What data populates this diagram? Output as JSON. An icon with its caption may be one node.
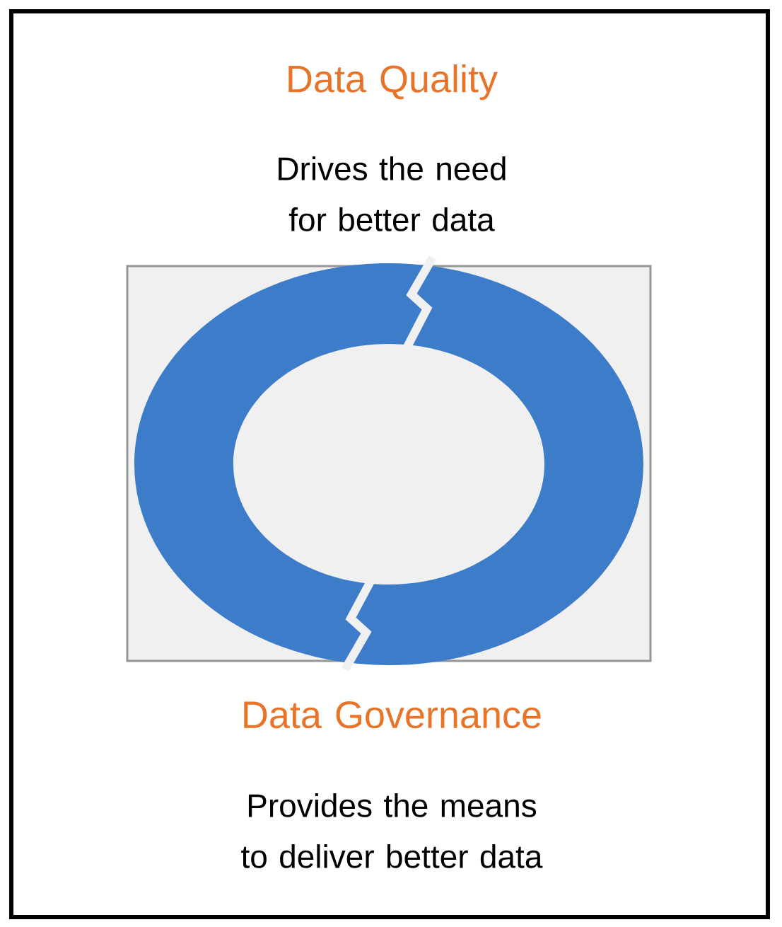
{
  "diagram": {
    "labels": [
      "Data Quality",
      "Drives the need for better data",
      "Data Governance",
      "Provides the means to deliver better data"
    ]
  }
}
